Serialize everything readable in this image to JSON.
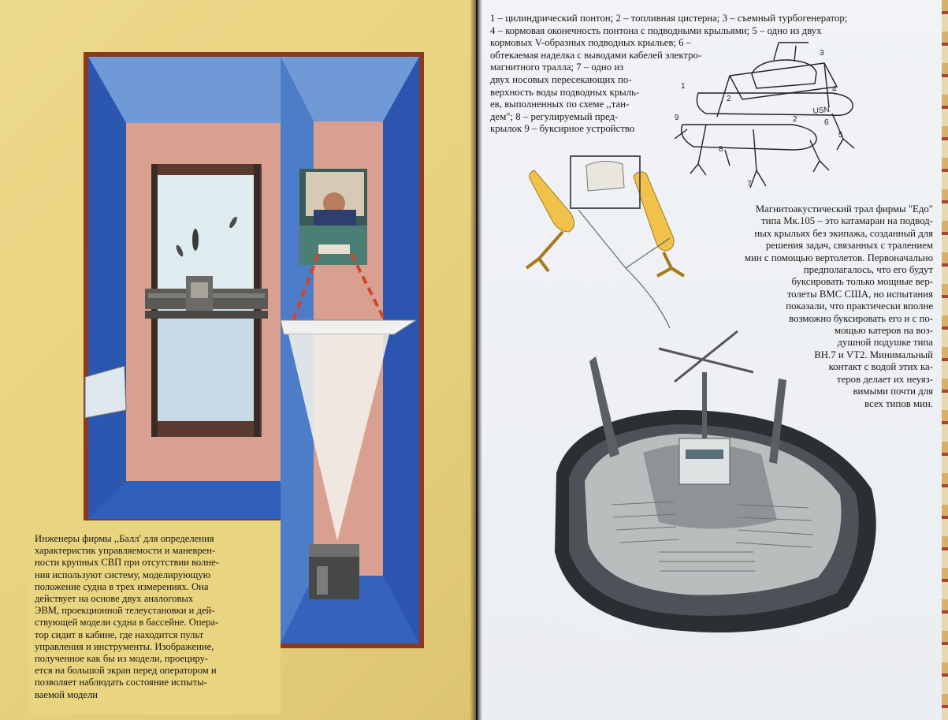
{
  "left_caption": {
    "lines": [
      "Инженеры фирмы ,,Балл' для определения",
      "характеристик управляемости и маневрен-",
      "ности крупных СВП при отсутствии волне-",
      "ния используют систему, моделирующую",
      "положение судна в трех измерениях. Она",
      "действует на основе двух аналоговых",
      "ЭВМ, проекционной телеустановки и дей-",
      "ствующей модели судна в бассейне. Опера-",
      "тор сидит в кабине, где находится пульт",
      "управления и инструменты. Изображение,",
      "полученное как бы из модели, проециру-",
      "ется на большой экран перед оператором и",
      "позволяет наблюдать состояние испыты-",
      "ваемой модели"
    ]
  },
  "legend": {
    "lines": [
      "1 – цилиндрический понтон; 2 – топливная цистерна; 3 – съемный турбогенератор;",
      "4 – кормовая оконечность понтона с подводными крыльями; 5 – одно из двух",
      "кормовых V-образных подводных крыльев; 6 –",
      "обтекаемая наделка с выводами кабелей электро-",
      "магнитного тралла; 7 – одно из",
      "двух носовых пересекающих по-",
      "верхность воды подводных крыль-",
      "ев, выполненных по схеме ,,тан-",
      "дем\"; 8 – регулируемый пред-",
      "крылок 9 – буксирное устройство"
    ]
  },
  "right_caption": {
    "lines": [
      "Магнитоакустический трал фирмы \"Едо\"",
      "типа Мк.105 – это катамаран на подвод-",
      "ных крыльях без экипажа, созданный для",
      "решения задач, связанных с тралением",
      "мин с помощью вертолетов. Первоначально",
      "предполагалось, что его будут",
      "буксировать только мощные вер-",
      "толеты ВМС США, но испытания",
      "показали, что практически вполне",
      "возможно буксировать его и с по-",
      "мощью катеров на воз-",
      "душной подушке типа",
      "ВН.7 и VT2. Минимальный",
      "контакт с водой этих ка-",
      "теров делает их неуяз-",
      "вимыми почти для",
      "всех типов мин."
    ]
  },
  "diagram": {
    "callouts": [
      "1",
      "2",
      "3",
      "4",
      "5",
      "6",
      "7",
      "8",
      "9",
      "2"
    ],
    "hull_marking": "USN"
  },
  "colors": {
    "left_page_bg": "#e8d27e",
    "right_page_bg": "#eef0f3",
    "pool_blue": "#2a55b0",
    "pool_pink": "#d89a8e",
    "frame_brown": "#8a3a1f"
  }
}
